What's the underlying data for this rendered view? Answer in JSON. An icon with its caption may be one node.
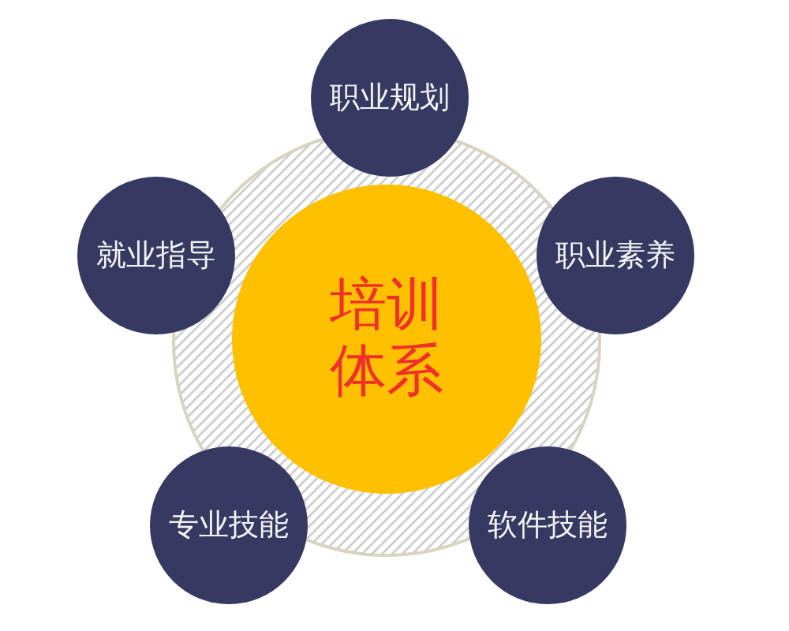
{
  "diagram": {
    "nodes": [
      {
        "text": [
          "培训体系"
        ]
      },
      {
        "text": [
          "职业规划"
        ]
      },
      {
        "text": [
          "就业指导"
        ]
      },
      {
        "text": [
          "职业素养"
        ]
      },
      {
        "text": [
          "专业技能"
        ]
      },
      {
        "text": [
          "软件技能"
        ]
      }
    ]
  }
}
